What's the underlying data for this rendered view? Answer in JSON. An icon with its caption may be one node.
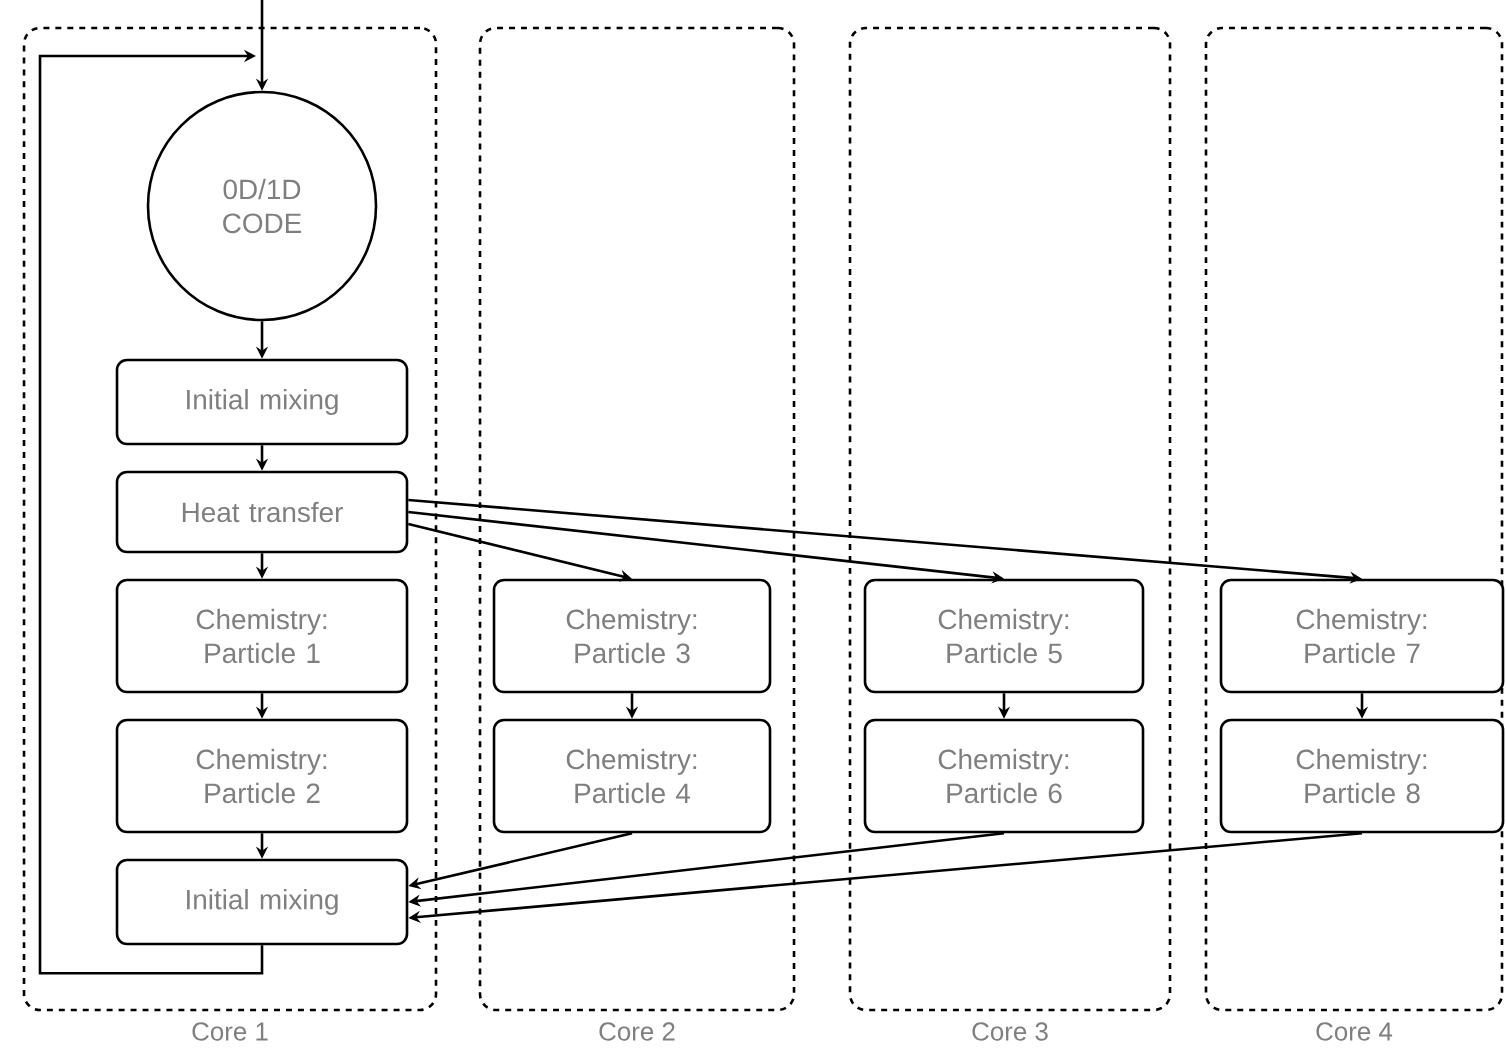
{
  "diagram": {
    "nodes": [
      {
        "text": [
          "Core 1"
        ]
      },
      {
        "text": [
          "0D/1D CODE"
        ],
        "in": 0
      },
      {
        "text": [
          "Initial mixing"
        ],
        "in": 0
      },
      {
        "text": [
          "Heat transfer"
        ],
        "in": 0
      },
      {
        "text": [
          "Chemistry: Particle 1"
        ],
        "in": 0
      },
      {
        "text": [
          "Chemistry: Particle 2"
        ],
        "in": 0
      },
      {
        "text": [
          "Initial mixing"
        ],
        "in": 0
      },
      {
        "text": [
          "Core 2"
        ]
      },
      {
        "text": [
          "Chemistry: Particle 3"
        ],
        "in": 7
      },
      {
        "text": [
          "Chemistry: Particle 4"
        ],
        "in": 7
      },
      {
        "text": [
          "Core 3"
        ]
      },
      {
        "text": [
          "Chemistry: Particle 5"
        ],
        "in": 10
      },
      {
        "text": [
          "Chemistry: Particle 6"
        ],
        "in": 10
      },
      {
        "text": [
          "Core 4"
        ]
      },
      {
        "text": [
          "Chemistry: Particle 7"
        ],
        "in": 13
      },
      {
        "text": [
          "Chemistry: Particle 8"
        ],
        "in": 13
      }
    ],
    "edges": [
      {
        "from": null,
        "to": 1,
        "arrow": "to"
      },
      {
        "from": 1,
        "to": 2,
        "arrow": "to"
      },
      {
        "from": 2,
        "to": 3,
        "arrow": "to"
      },
      {
        "from": 3,
        "to": 4,
        "arrow": "to"
      },
      {
        "from": 4,
        "to": 5,
        "arrow": "to"
      },
      {
        "from": 5,
        "to": 6,
        "arrow": "to"
      },
      {
        "from": 3,
        "to": 8,
        "arrow": "to"
      },
      {
        "from": 3,
        "to": 11,
        "arrow": "to"
      },
      {
        "from": 3,
        "to": 14,
        "arrow": "to"
      },
      {
        "from": 8,
        "to": 9,
        "arrow": "to"
      },
      {
        "from": 11,
        "to": 12,
        "arrow": "to"
      },
      {
        "from": 14,
        "to": 15,
        "arrow": "to"
      },
      {
        "from": 9,
        "to": 6,
        "arrow": "to"
      },
      {
        "from": 12,
        "to": 6,
        "arrow": "to"
      },
      {
        "from": 15,
        "to": 6,
        "arrow": "to"
      },
      {
        "from": 6,
        "to": 1,
        "arrow": "to"
      }
    ]
  }
}
